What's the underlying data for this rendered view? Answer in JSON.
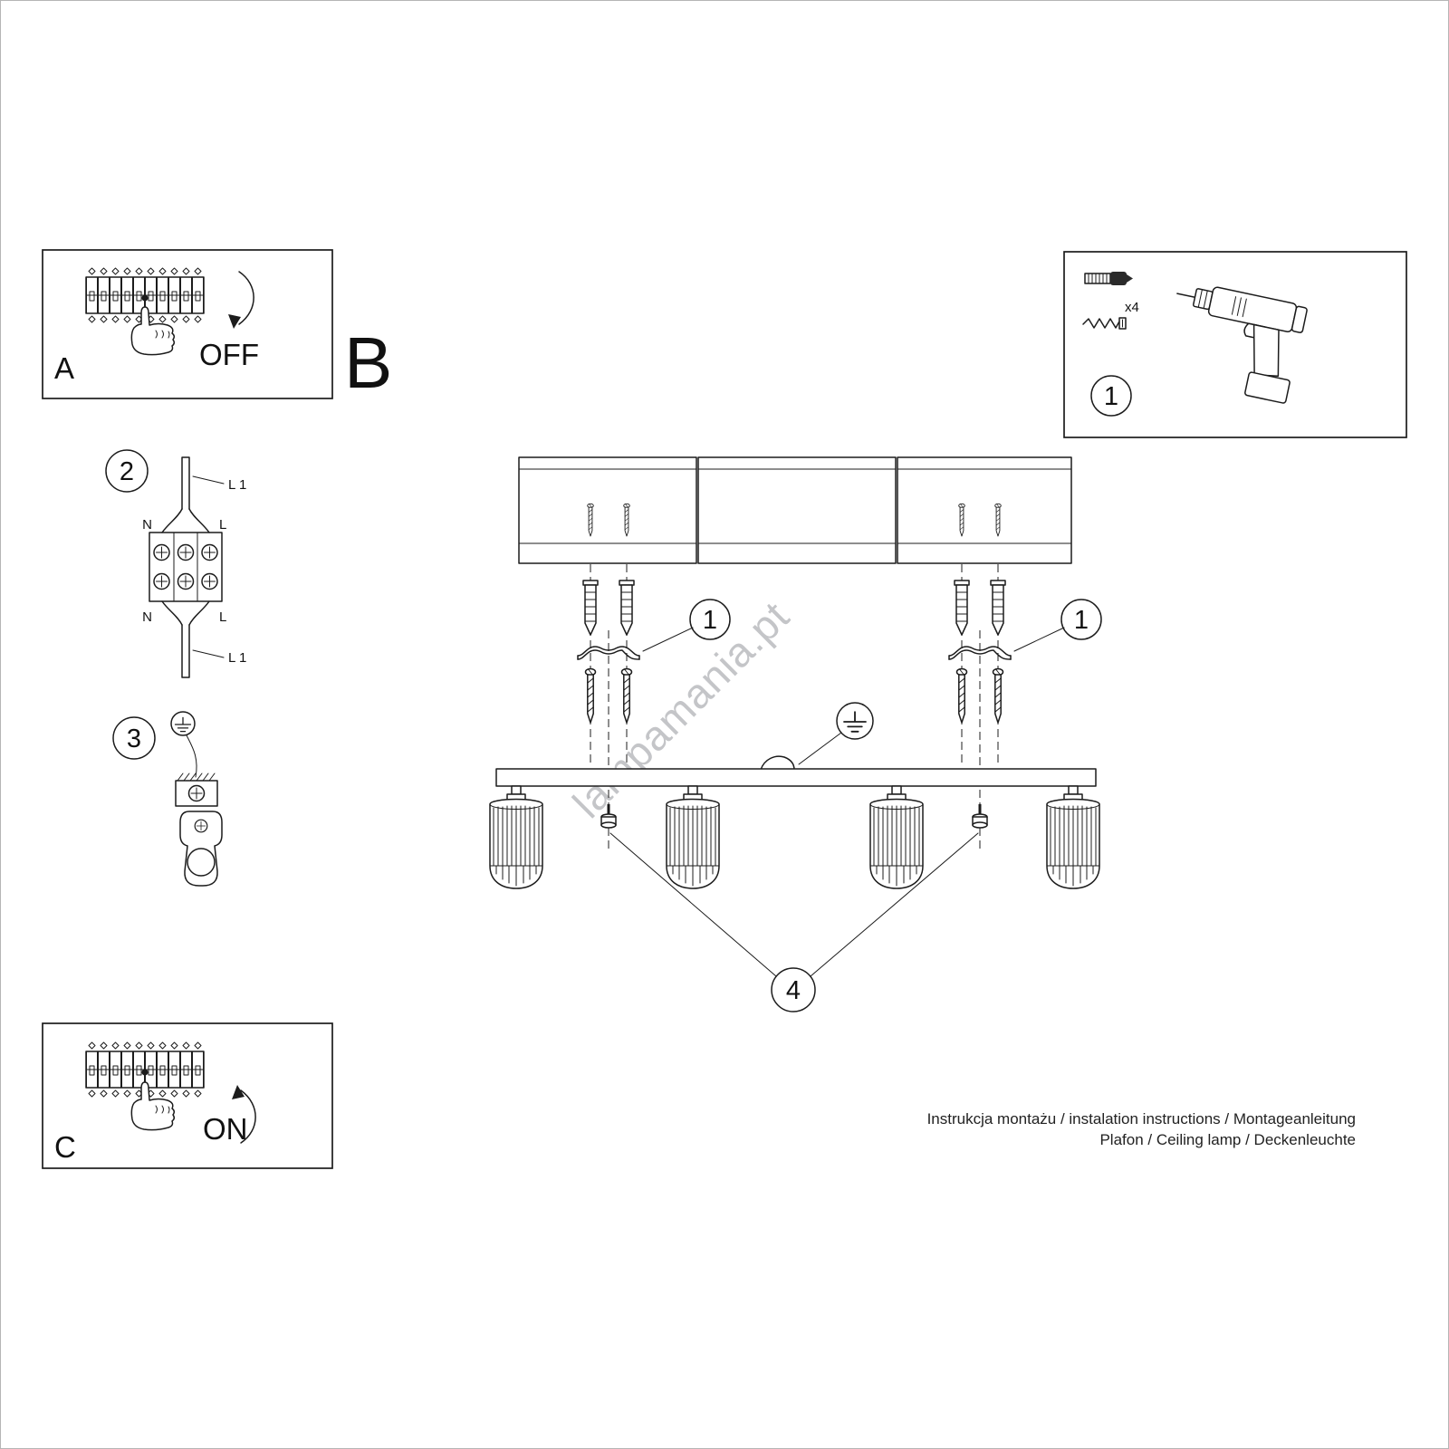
{
  "panels": {
    "a": {
      "label": "A",
      "state": "OFF"
    },
    "b": {
      "label": "B"
    },
    "c": {
      "label": "C",
      "state": "ON"
    }
  },
  "badges": {
    "hardware": "1",
    "wiring": "2",
    "ground_step": "3",
    "bracket_left": "1",
    "bracket_right": "1",
    "shade_knobs": "4"
  },
  "hardware": {
    "qty": "x4"
  },
  "wiring": {
    "l1_top": "L 1",
    "n_top": "N",
    "l_top": "L",
    "n_bottom": "N",
    "l_bottom": "L",
    "l1_bottom": "L 1"
  },
  "watermark": {
    "text": "lampamania.pt"
  },
  "footer": {
    "line1": "Instrukcja montażu / instalation instructions / Montageanleitung",
    "line2": "Plafon / Ceiling lamp / Deckenleuchte"
  }
}
